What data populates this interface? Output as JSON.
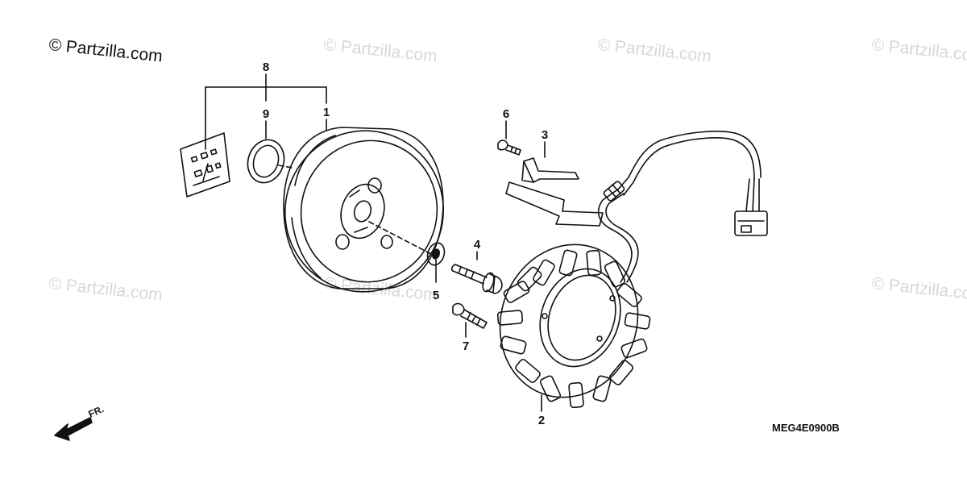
{
  "copyright": "© Partzilla.com",
  "watermarks": [
    "© Partzilla.com",
    "© Partzilla.com",
    "© Partzilla.com",
    "© Partzilla.com",
    "© Partzilla.com",
    "© Partzilla.com"
  ],
  "callouts": {
    "c1": "1",
    "c2": "2",
    "c3": "3",
    "c4": "4",
    "c5": "5",
    "c6": "6",
    "c7": "7",
    "c8": "8",
    "c9": "9"
  },
  "direction_label": "FR.",
  "diagram_code": "MEG4E0900B"
}
